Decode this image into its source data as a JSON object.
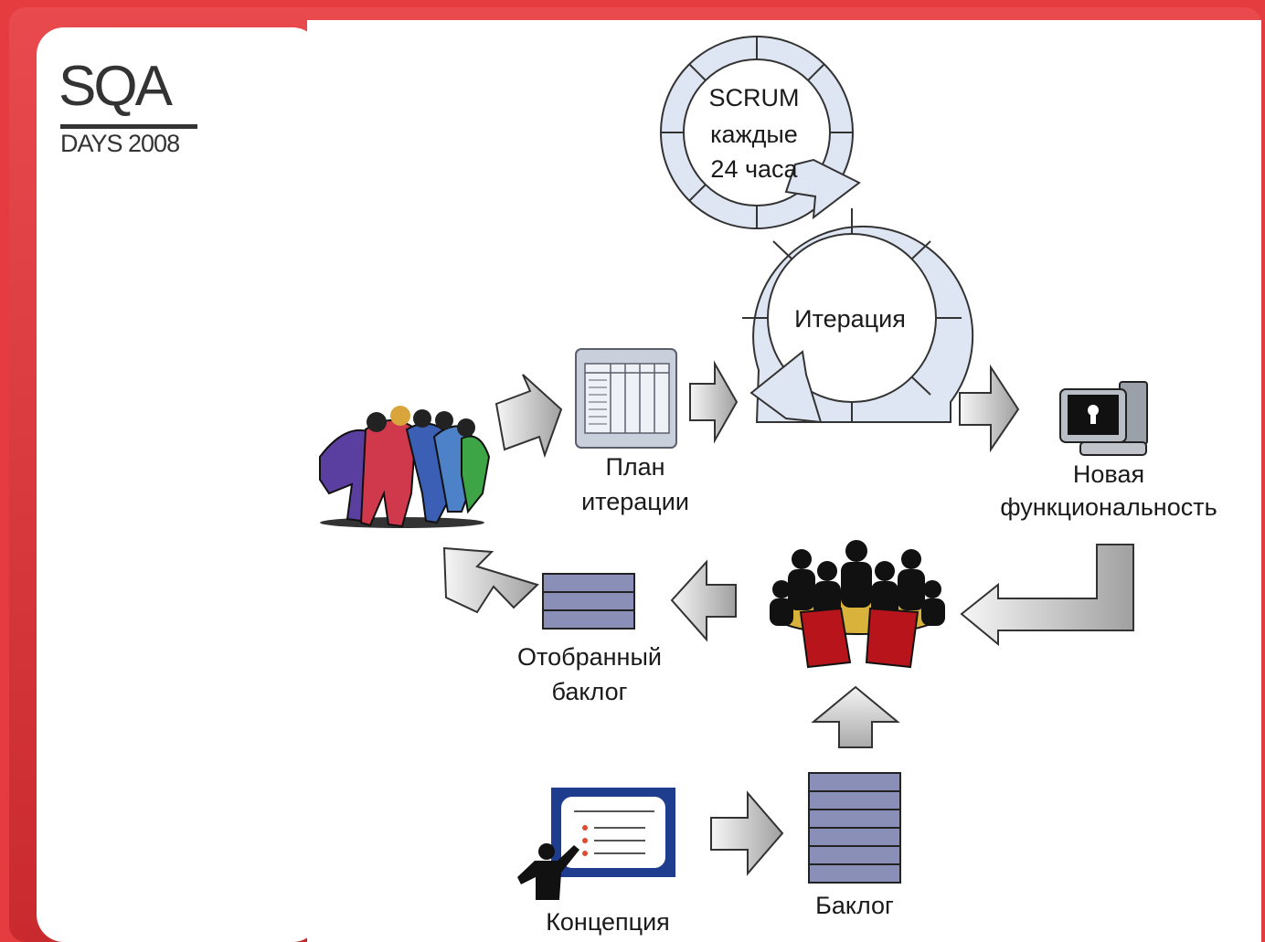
{
  "logo": {
    "main": "SQA",
    "sub": "DAYS 2008"
  },
  "scrum": {
    "line1": "SCRUM",
    "line2": "каждые",
    "line3": "24 часа"
  },
  "iteration": "Итерация",
  "plan": {
    "line1": "План",
    "line2": "итерации"
  },
  "new_feature": {
    "line1": "Новая",
    "line2": "функциональность"
  },
  "selected_backlog": {
    "line1": "Отобранный",
    "line2": "баклог"
  },
  "backlog": "Баклог",
  "concept": "Концепция",
  "colors": {
    "frame_red": "#e03a3e",
    "arrow_gray": "#b8b8b8",
    "cycle_fill": "#dfe6f3",
    "stack_fill": "#8a8fb8"
  }
}
